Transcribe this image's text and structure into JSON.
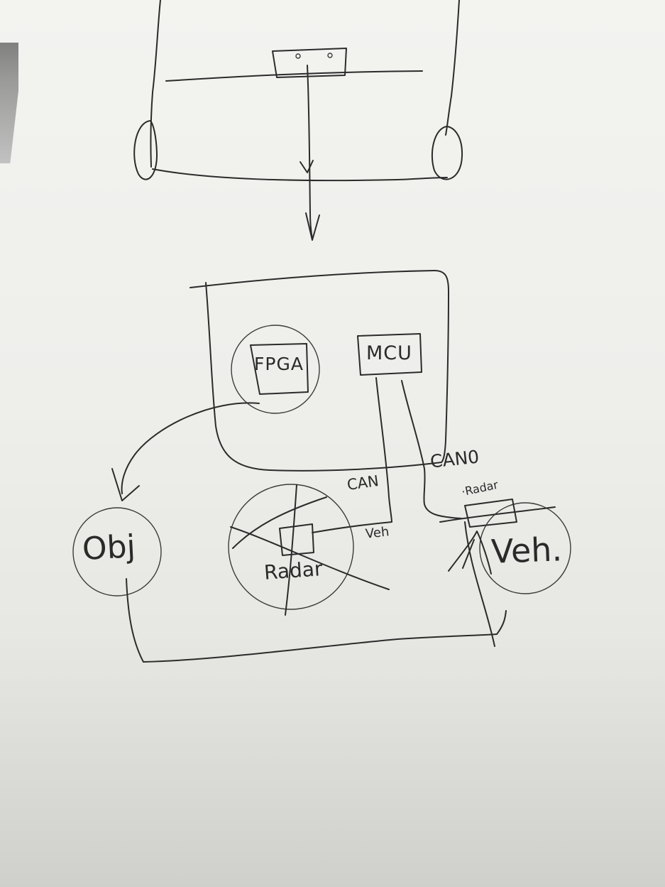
{
  "diagram": {
    "labels": {
      "fpga": "FPGA",
      "mcu": "MCU",
      "can": "CAN",
      "can0": "CAN0",
      "radar_small": "·Radar",
      "veh_small": "Veh",
      "obj": "Obj",
      "radar": "Radar",
      "veh": "Veh."
    }
  }
}
